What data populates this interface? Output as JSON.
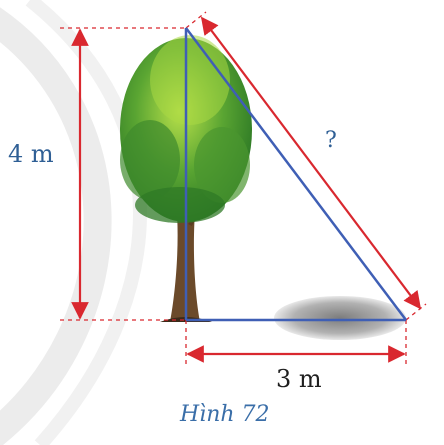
{
  "labels": {
    "height": "4 m",
    "hypotenuse": "?",
    "base": "3 m"
  },
  "caption": "Hình 72",
  "colors": {
    "measure_arrow": "#d9282f",
    "triangle": "#3f5fb5",
    "label_text": "#2f5f95",
    "watermark": "#e8e8e8",
    "foliage": "#5aa532",
    "trunk": "#6b4a2a",
    "shadow": "#9a9a9a"
  },
  "icons": [
    "tree-illustration",
    "tree-shadow"
  ]
}
